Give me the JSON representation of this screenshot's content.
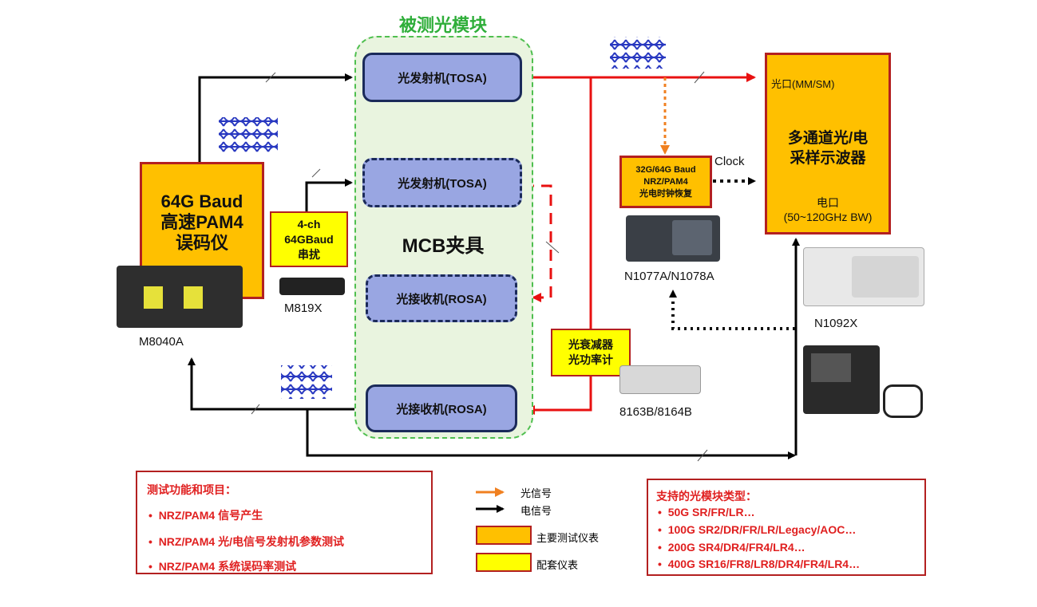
{
  "dut": {
    "title": "被测光模块",
    "tosa1": "光发射机(TOSA)",
    "tosa2": "光发射机(TOSA)",
    "rosa1": "光接收机(ROSA)",
    "rosa2": "光接收机(ROSA)",
    "fixture": "MCB夹具"
  },
  "bert": {
    "line1": "64G Baud",
    "line2": "高速PAM4",
    "line3": "误码仪",
    "model": "M8040A"
  },
  "crosstalk": {
    "line1": "4-ch",
    "line2": "64GBaud",
    "line3": "串扰",
    "model": "M819X"
  },
  "cdr": {
    "line1": "32G/64G Baud",
    "line2": "NRZ/PAM4",
    "line3": "光电时钟恢复",
    "model": "N1077A/N1078A"
  },
  "clock_label": "Clock",
  "scope": {
    "optical_port": "光口(MM/SM)",
    "line1": "多通道光/电",
    "line2": "采样示波器",
    "electrical_port": "电口",
    "bandwidth": "(50~120GHz BW)",
    "model": "N1092X"
  },
  "attenuator": {
    "line1": "光衰减器",
    "line2": "光功率计",
    "model": "8163B/8164B"
  },
  "test_items": {
    "title": "测试功能和项目：",
    "items": [
      "NRZ/PAM4 信号产生",
      "NRZ/PAM4 光/电信号发射机参数测试",
      "NRZ/PAM4 系统误码率测试"
    ]
  },
  "legend": {
    "optical": "光信号",
    "electrical": "电信号",
    "main": "主要测试仪表",
    "aux": "配套仪表",
    "colors": {
      "optical": "#f08020",
      "electrical": "#000000",
      "main": "#ffc000",
      "aux": "#ffff00",
      "border": "#b32020"
    }
  },
  "module_types": {
    "title": "支持的光模块类型：",
    "items": [
      "50G SR/FR/LR…",
      "100G SR2/DR/FR/LR/Legacy/AOC…",
      "200G SR4/DR4/FR4/LR4…",
      "400G SR16/FR8/LR8/DR4/FR4/LR4…"
    ]
  },
  "icons": [
    "eye-diagram-icon",
    "bert-instrument-icon",
    "crosstalk-instrument-icon",
    "cdr-instrument-icon",
    "scope-module-icon",
    "scope-mainframe-icon",
    "attenuator-instrument-icon"
  ]
}
